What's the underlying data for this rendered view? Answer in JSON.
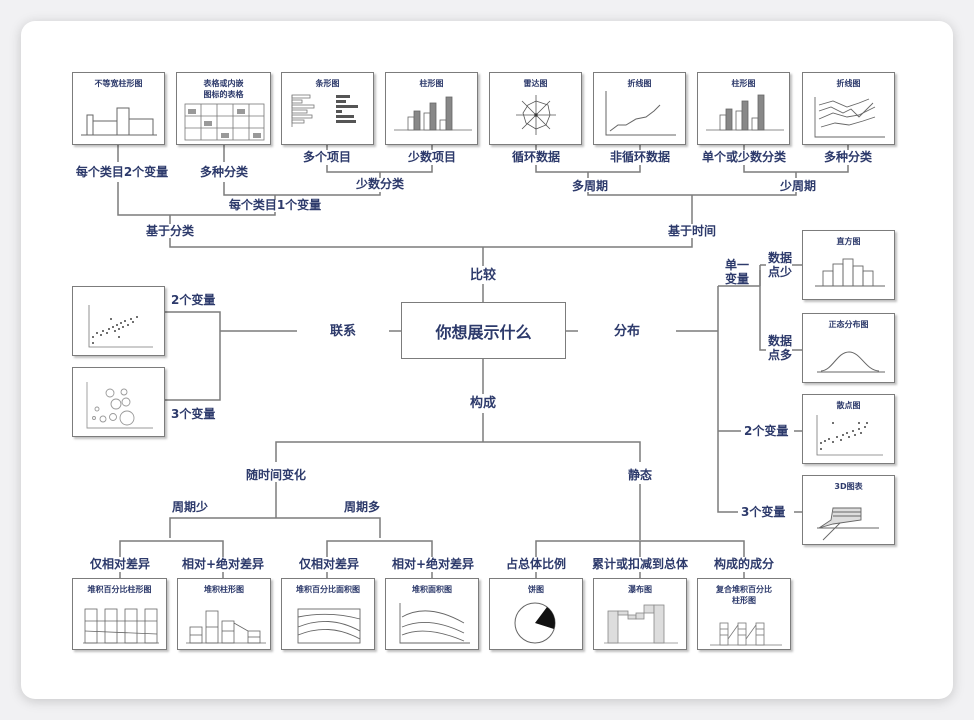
{
  "center": {
    "question": "你想展示什么"
  },
  "branches": {
    "comparison": "比较",
    "relationship": "联系",
    "distribution": "分布",
    "composition": "构成"
  },
  "comparison": {
    "by_category": "基于分类",
    "by_time": "基于时间",
    "two_vars_per_item": "每个类目2个变量",
    "one_var_per_item": "每个类目1个变量",
    "many_categories": "多种分类",
    "few_categories": "少数分类",
    "many_items": "多个项目",
    "few_items": "少数项目",
    "many_periods": "多周期",
    "few_periods": "少周期",
    "cyclic": "循环数据",
    "non_cyclic": "非循环数据",
    "single_or_few_categories": "单个或少数分类",
    "many_categories_time": "多种分类",
    "charts": [
      "不等宽柱形图",
      "表格或内嵌图标的表格",
      "条形图",
      "柱形图",
      "雷达图",
      "折线图",
      "柱形图",
      "折线图"
    ],
    "chart_title_lines": {
      "table": [
        "表格或内嵌",
        "图标的表格"
      ]
    }
  },
  "relationship": {
    "two_vars": "2个变量",
    "three_vars": "3个变量"
  },
  "distribution": {
    "single_var": [
      "单一",
      "变量"
    ],
    "few_points": [
      "数据",
      "点少"
    ],
    "many_points": [
      "数据",
      "点多"
    ],
    "two_vars": "2个变量",
    "three_vars": "3个变量",
    "charts": [
      "直方图",
      "正态分布图",
      "散点图",
      "3D图表"
    ]
  },
  "composition": {
    "over_time": "随时间变化",
    "static": "静态",
    "few_periods": "周期少",
    "many_periods": "周期多",
    "relative_only_1": "仅相对差异",
    "rel_abs_1": "相对+绝对差异",
    "relative_only_2": "仅相对差异",
    "rel_abs_2": "相对+绝对差异",
    "share_of_total": "占总体比例",
    "accumulate": "累计或扣减到总体",
    "components": "构成的成分",
    "charts": [
      "堆积百分比柱形图",
      "堆积柱形图",
      "堆积百分比面积图",
      "堆积面积图",
      "饼图",
      "瀑布图",
      "复合堆积百分比柱形图"
    ],
    "chart_title_lines": {
      "compound": [
        "复合堆积百分比",
        "柱形图"
      ]
    }
  },
  "colors": {
    "text": "#2d3a6b",
    "line": "#7c7c7c",
    "card": "#ffffff",
    "background": "#f1f1f3"
  }
}
